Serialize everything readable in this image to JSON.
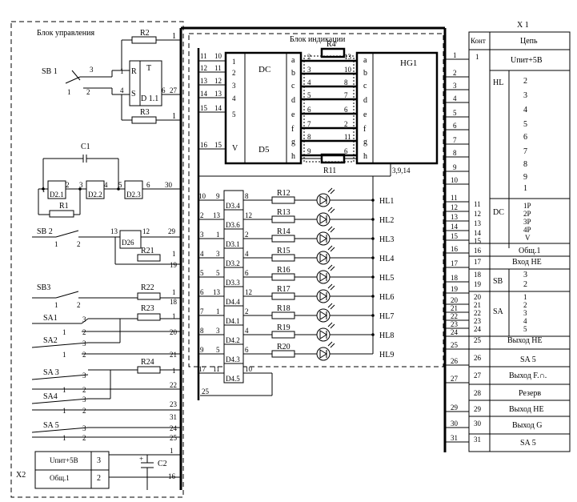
{
  "blocks": {
    "control_block": "Блок управления",
    "indication_block": "Блок индикации",
    "x1": "X 1",
    "x2": "X2"
  },
  "x1_table": {
    "header_contact": "Конт",
    "header_circuit": "Цепь",
    "rows_left": [
      "1",
      "2",
      "3",
      "4",
      "5",
      "6",
      "7",
      "8",
      "9",
      "10",
      "11",
      "12",
      "13",
      "14",
      "15",
      "16",
      "17",
      "18",
      "19",
      "20",
      "21",
      "22",
      "23",
      "24",
      "25",
      "26",
      "27",
      "28",
      "29",
      "30",
      "31"
    ],
    "supply": "Uпит+5В",
    "group_hl": "HL",
    "hl_list": [
      "2",
      "3",
      "4",
      "5",
      "6",
      "7",
      "8",
      "9",
      "1"
    ],
    "group_dc": "DC",
    "dc_list": [
      "1P",
      "2P",
      "3P",
      "4P",
      "V"
    ],
    "common": "Общ.1",
    "input_ne": "Вход НЕ",
    "group_sb": "SB",
    "sb_list": [
      "3",
      "2"
    ],
    "group_sa": "SA",
    "sa_list": [
      "1",
      "2",
      "3",
      "4",
      "5"
    ],
    "output_ne": "Выход НЕ",
    "sa5": "SA 5",
    "output_f": "Выход F.∩.",
    "reserve": "Резерв",
    "output_ne2": "Выход НЕ",
    "output_g": "Выход G",
    "sa5b": "SA 5"
  },
  "control": {
    "resistors": [
      "R2",
      "R3",
      "R1",
      "R21",
      "R22",
      "R23",
      "R24"
    ],
    "capacitors": [
      "C1",
      "C2"
    ],
    "trigger": {
      "name": "D 1.1",
      "t": "T",
      "r": "R",
      "s": "S"
    },
    "gates": [
      "D2.1",
      "D2.2",
      "D2.3",
      "D26"
    ],
    "buttons": [
      "SB 1",
      "SB 2",
      "SB3"
    ],
    "switches": [
      "SA1",
      "SA2",
      "SA 3",
      "SA4",
      "SA 5"
    ],
    "supply_row": "Uпит+5В",
    "common_row": "Общ.1"
  },
  "indication": {
    "decoder": {
      "name": "D5",
      "title": "DC",
      "v": "V"
    },
    "display": {
      "name": "HG1"
    },
    "segments": [
      "a",
      "b",
      "c",
      "d",
      "e",
      "f",
      "g",
      "h"
    ],
    "r4": "R4",
    "r11": "R11",
    "r11_pins": "3,9,14",
    "inverters": [
      "D3.4",
      "D3.6",
      "D3.1",
      "D3.2",
      "D3.3",
      "D4.4",
      "D4.1",
      "D4.2",
      "D4.3",
      "D4.5"
    ],
    "led_resistors": [
      "R12",
      "R13",
      "R14",
      "R15",
      "R16",
      "R17",
      "R18",
      "R19",
      "R20"
    ],
    "leds": [
      "HL1",
      "HL2",
      "HL3",
      "HL4",
      "HL5",
      "HL6",
      "HL7",
      "HL8",
      "HL9"
    ]
  }
}
